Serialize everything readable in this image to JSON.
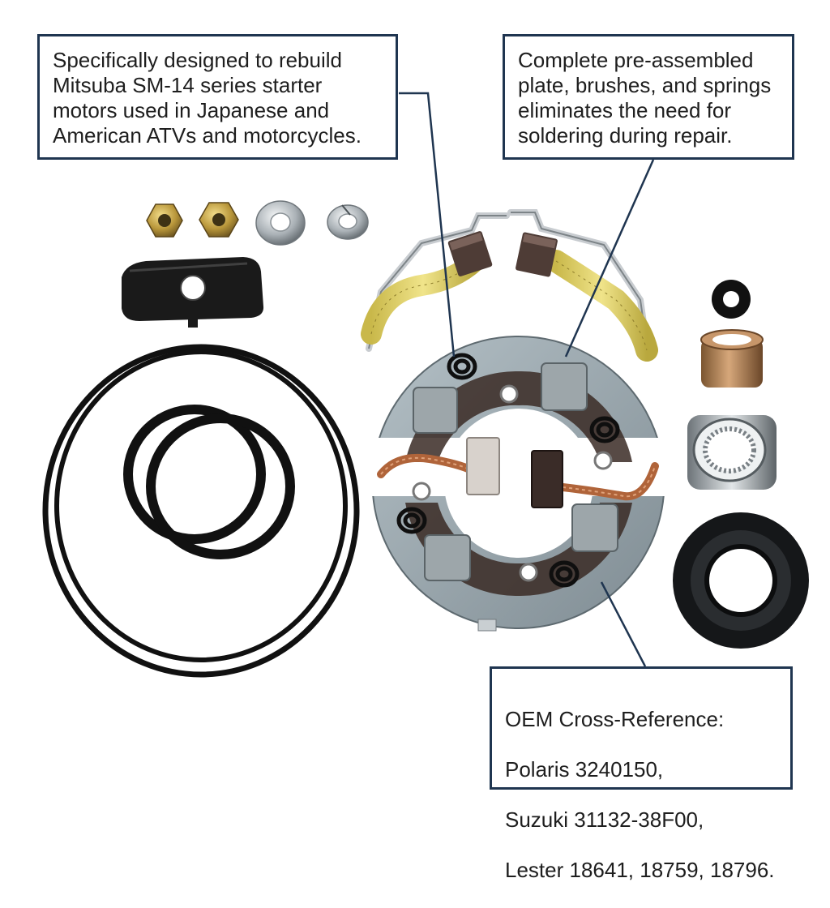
{
  "callouts": {
    "rebuild": "Specifically designed to rebuild\nMitsuba SM-14 series starter\nmotors used in Japanese and\nAmerican ATVs and motorcycles.",
    "preassembled": "Complete pre-assembled\nplate, brushes, and springs\neliminates the need for\nsoldering during repair.",
    "oem_lines": [
      "OEM Cross-Reference:",
      "Polaris 3240150,",
      "Suzuki 31132-38F00,",
      "Lester 18641, 18759, 18796."
    ]
  },
  "colors": {
    "callout_border": "#1f3550",
    "leader_line": "#1f3550",
    "brass": "#b8963a",
    "plate": "#9aa7ad",
    "rubber": "#111111",
    "yellow_sleeve": "#e8d66a",
    "copper": "#b0643a"
  },
  "parts": [
    "brass-nut-icon",
    "brass-nut-icon",
    "flat-washer-icon",
    "lock-washer-icon",
    "insulator-block-icon",
    "large-o-ring-icon",
    "double-o-ring-icon",
    "brush-plate-icon",
    "brush-lead-icon",
    "carbon-brush-icon",
    "spring-icon",
    "small-seal-icon",
    "bronze-bushing-icon",
    "needle-bearing-icon",
    "oil-seal-icon"
  ]
}
